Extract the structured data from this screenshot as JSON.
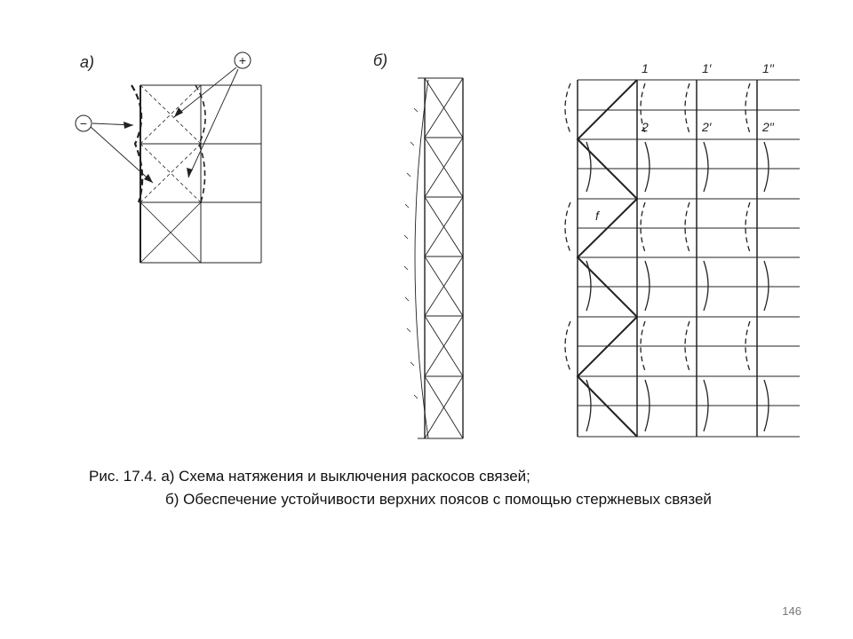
{
  "figure": {
    "panel_a_label": "а)",
    "panel_b_label": "б)",
    "plus_sign": "+",
    "minus_sign": "−",
    "node_labels_top": [
      "1",
      "1′",
      "1′′"
    ],
    "node_labels_second": [
      "2",
      "2′",
      "2′′"
    ],
    "node_label_f": "f"
  },
  "caption": {
    "line1": "Рис. 17.4. а) Схема натяжения и выключения раскосов связей;",
    "line2": "б) Обеспечение устойчивости верхних поясов с помощью стержневых связей"
  },
  "page_number": "146"
}
